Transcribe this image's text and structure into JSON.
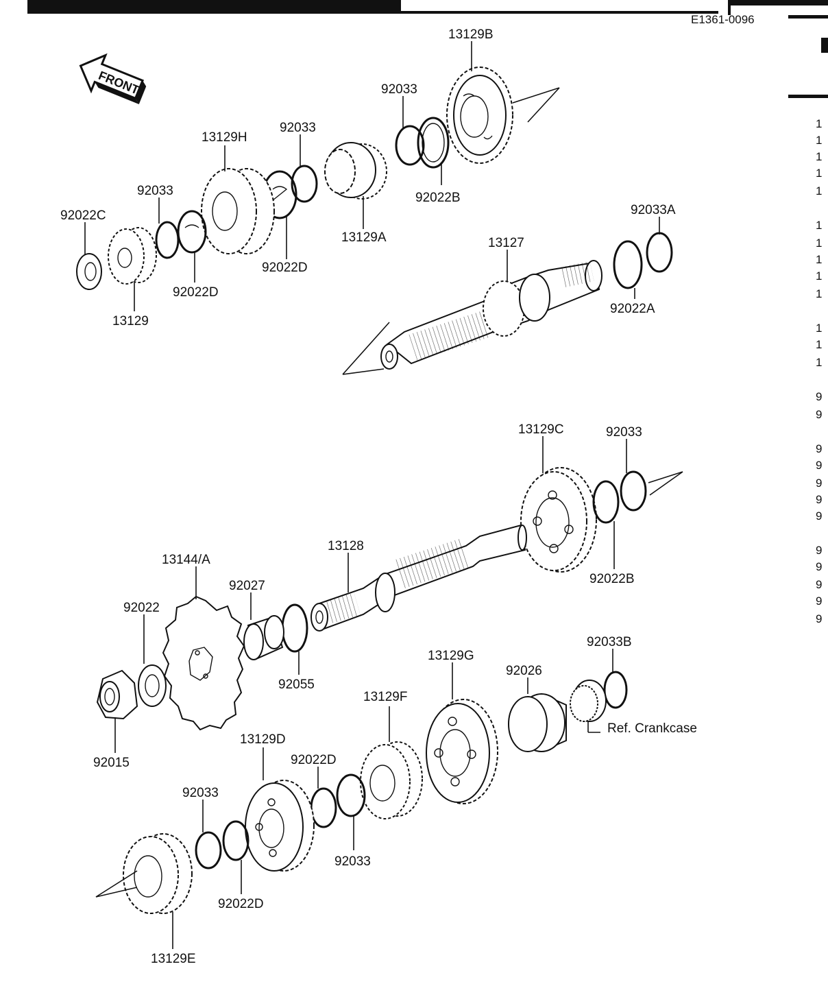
{
  "header": {
    "ref_code": "E1361-0096",
    "front_arrow": "FRONT",
    "crankcase_ref": "Ref.  Crankcase"
  },
  "labels": {
    "p13129B": "13129B",
    "p92033_a": "92033",
    "p92022B_a": "92022B",
    "p92033_b": "92033",
    "p13129H": "13129H",
    "p13129A": "13129A",
    "p92022D_a": "92022D",
    "p92033_c": "92033",
    "p92022C": "92022C",
    "p92022D_b": "92022D",
    "p13129": "13129",
    "p13127": "13127",
    "p92033A": "92033A",
    "p92022A": "92022A",
    "p13129C": "13129C",
    "p92033_d": "92033",
    "p92022B_b": "92022B",
    "p13128": "13128",
    "p13144A": "13144/A",
    "p92027": "92027",
    "p92022": "92022",
    "p92055": "92055",
    "p92015": "92015",
    "p13129G": "13129G",
    "p92026": "92026",
    "p92033B": "92033B",
    "p13129F": "13129F",
    "p13129D": "13129D",
    "p92022D_c": "92022D",
    "p92033_e": "92033",
    "p92033_f": "92033",
    "p92022D_d": "92022D",
    "p13129E": "13129E"
  },
  "side_index": [
    "1",
    "1",
    "1",
    "1",
    "1",
    "1",
    "1",
    "1",
    "1",
    "1",
    "1",
    "1",
    "1",
    "9",
    "9",
    "9",
    "9",
    "9",
    "9",
    "9",
    "9",
    "9",
    "9",
    "9",
    "9"
  ]
}
